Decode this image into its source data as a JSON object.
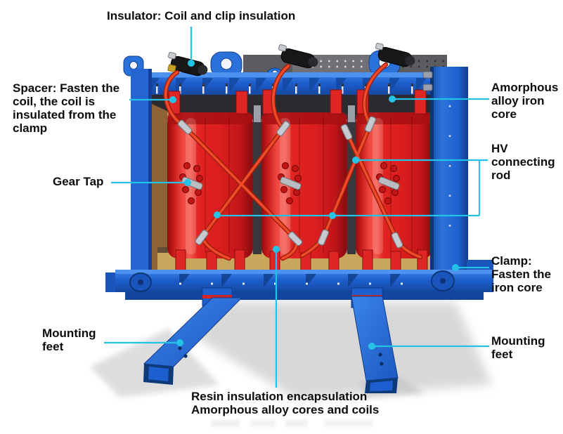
{
  "colors": {
    "leader": "#25c2e8",
    "frame_blue": "#1d5fcf",
    "frame_blue_dark": "#123f8c",
    "coil_red": "#dc1e1e",
    "cable_red": "#e23a20",
    "core_dark": "#2b2b2f",
    "base_tan": "#c9a85e",
    "panel_brown": "#8f6236",
    "metal_gray": "#c6cad0",
    "shadow_gray": "#d2d2d2",
    "label_text": "#0c0c0c"
  },
  "labels": {
    "insulator": {
      "text": "Insulator: Coil and clip insulation"
    },
    "spacer": {
      "text": "Spacer: Fasten the\ncoil, the coil is\ninsulated from the\nclamp"
    },
    "gear_tap": {
      "text": "Gear Tap"
    },
    "amorphous_core": {
      "text": "Amorphous\nalloy iron\ncore"
    },
    "hv_rod": {
      "text": "HV\nconnecting\nrod"
    },
    "clamp": {
      "text": "Clamp:\nFasten the\niron core"
    },
    "mounting_feet_left": {
      "text": "Mounting\nfeet"
    },
    "mounting_feet_right": {
      "text": "Mounting\nfeet"
    },
    "resin": {
      "text": "Resin insulation encapsulation\nAmorphous alloy cores and coils"
    }
  }
}
